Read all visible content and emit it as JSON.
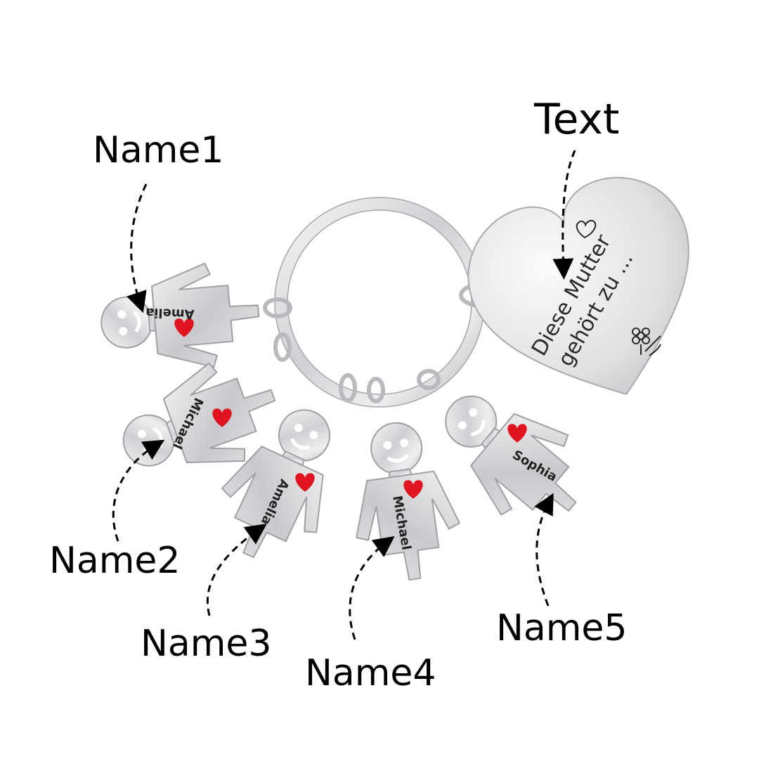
{
  "callouts": {
    "text": "Text",
    "name1": "Name1",
    "name2": "Name2",
    "name3": "Name3",
    "name4": "Name4",
    "name5": "Name5"
  },
  "charms": {
    "charm1": "Amelia",
    "charm2": "Michael",
    "charm3": "Amelia",
    "charm4": "Michael",
    "charm5": "Sophia"
  },
  "heart_tag": {
    "line1": "Diese Mutter",
    "line2": "gehört zu ..."
  },
  "colors": {
    "metal": "#d9dadc",
    "heart_accent": "#e0141e",
    "text": "#000000"
  },
  "icons": [
    "small-heart-icon",
    "flower-icon"
  ]
}
